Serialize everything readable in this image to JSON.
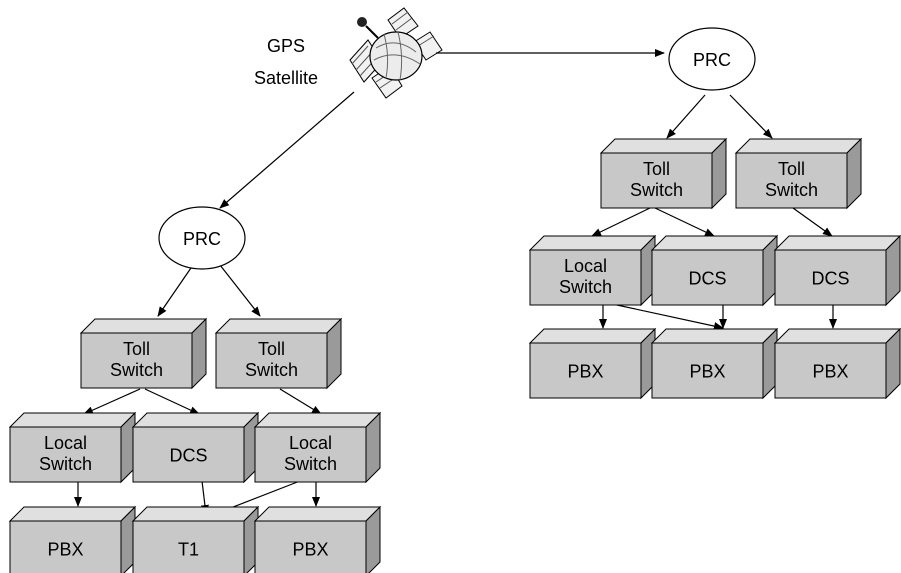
{
  "satellite": {
    "label_line1": "GPS",
    "label_line2": "Satellite"
  },
  "left": {
    "prc": "PRC",
    "toll_a": [
      "Toll",
      "Switch"
    ],
    "toll_b": [
      "Toll",
      "Switch"
    ],
    "local_a": [
      "Local",
      "Switch"
    ],
    "dcs": "DCS",
    "local_b": [
      "Local",
      "Switch"
    ],
    "pbx_a": "PBX",
    "t1": "T1",
    "pbx_b": "PBX"
  },
  "right": {
    "prc": "PRC",
    "toll_a": [
      "Toll",
      "Switch"
    ],
    "toll_b": [
      "Toll",
      "Switch"
    ],
    "local": [
      "Local",
      "Switch"
    ],
    "dcs_a": "DCS",
    "dcs_b": "DCS",
    "pbx_a": "PBX",
    "pbx_b": "PBX",
    "pbx_c": "PBX"
  },
  "colors": {
    "box_front": "#c8c8c8",
    "box_top": "#e0e0e0",
    "box_side": "#9a9a9a",
    "stroke": "#000000"
  }
}
